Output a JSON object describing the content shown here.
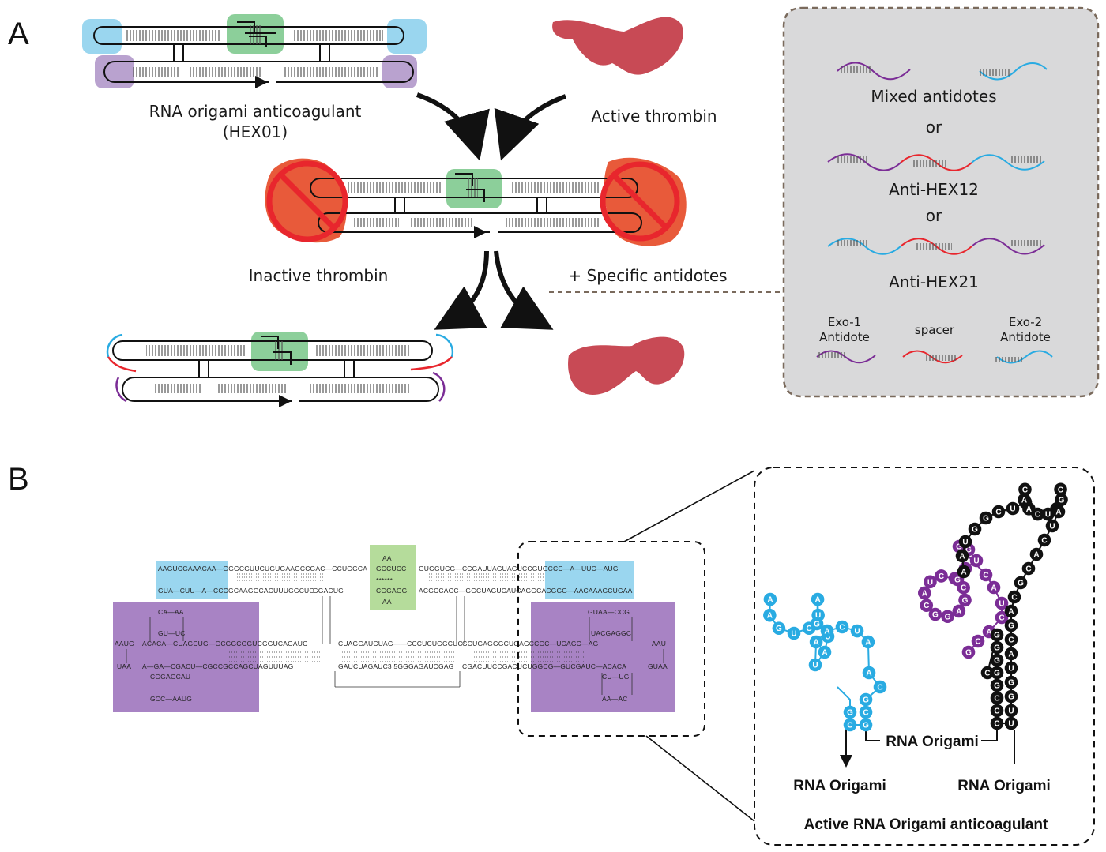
{
  "panels": {
    "a": "A",
    "b": "B"
  },
  "panel_a": {
    "hex01_label_1": "RNA origami anticoagulant",
    "hex01_label_2": "(HEX01)",
    "active_thrombin": "Active thrombin",
    "inactive_thrombin": "Inactive thrombin",
    "specific_antidotes": "+ Specific antidotes",
    "box": {
      "mixed": "Mixed antidotes",
      "or_1": "or",
      "anti_hex12": "Anti-HEX12",
      "or_2": "or",
      "anti_hex21": "Anti-HEX21",
      "exo1_line1": "Exo-1",
      "exo1_line2": "Antidote",
      "spacer": "spacer",
      "exo2_line1": "Exo-2",
      "exo2_line2": "Antidote"
    }
  },
  "panel_b": {
    "seq": {
      "top_left_blue": "AAGUCGAAACAA—GGGCGUUCUGUGAAGCCGAC—CCUGGCA",
      "bottom_left_blue": "GUA—CUU—A—CCCGCAAGGCACUUUGGCUG",
      "mid_kl_top": "AA",
      "mid_kl_1": "GCCUCC",
      "mid_kl_stars": "******",
      "mid_kl_2": "CGGAGG",
      "mid_kl_bot": "AA",
      "top_right": "GUGGUCG—CCGAUUAGUAGUCCGUGCCC—A—UUC—AUG",
      "bottom_right": "ACGCCAGC—GGCUAGUCAUCAGGCACGGG—AACAAAGCUGAA",
      "ggacug": "GGACUG",
      "left_p1": "CA—AA",
      "left_p2": "GU—UC",
      "left_p3": "ACACA—CUAGCUG—GCGGCGGUCGGUCAGAUC",
      "left_p4": "A—GA—CGACU—CGCCGCCAGCUAGUUUAG",
      "left_p5": "CGGAGCAU",
      "left_p6": "GCC—AAUG",
      "left_aaug": "AAUG",
      "left_uaa": "UAA",
      "mid_top": "CUAGGAUCUAG——CCCUCUGGCUC",
      "mid_bot": "GAUCUAGAUC3  5GGGAGAUCGAG",
      "right_p3": "GCUGAGGGCUGAGCCGC—UCAGC—AG",
      "right_p4": "CGACUUCCGACUCUGGCG—GUCGAUC—ACACA",
      "right_r1": "GUAA—CCG",
      "right_r2": "UACGAGGC",
      "right_r5": "CU—UG",
      "right_r6": "AA—AC",
      "right_aau": "AAU",
      "right_guaa": "GUAA"
    },
    "blue_nts": [
      "A",
      "A",
      "G",
      "U",
      "C",
      "U",
      "A",
      "G",
      "U",
      "A",
      "U",
      "A",
      "A",
      "C",
      "U",
      "A",
      "A",
      "C",
      "G",
      "C",
      "G",
      "C",
      "G"
    ],
    "purple_nts": [
      "A",
      "C",
      "G",
      "A",
      "G",
      "G",
      "C",
      "A",
      "U",
      "C",
      "G",
      "A",
      "U",
      "G",
      "G",
      "C",
      "A",
      "U",
      "C",
      "A",
      "C",
      "G"
    ],
    "black_nts": [
      "A",
      "A",
      "U",
      "G",
      "G",
      "C",
      "U",
      "U",
      "C",
      "A",
      "A",
      "C",
      "U",
      "A",
      "G",
      "C",
      "A",
      "U",
      "C",
      "A",
      "C",
      "G",
      "C",
      "A",
      "G",
      "C",
      "A",
      "U",
      "G",
      "G",
      "U",
      "U",
      "C",
      "C",
      "C",
      "G",
      "G",
      "G",
      "G",
      "G",
      "C",
      "C"
    ],
    "rna_origami_center": "RNA Origami",
    "rna_origami_left": "RNA Origami",
    "rna_origami_right": "RNA Origami",
    "active_anticoag": "Active RNA Origami anticoagulant"
  },
  "colors": {
    "blue": "#29abe2",
    "purple": "#7b2d96",
    "red": "#e8262d",
    "green_box": "#8ccf9a",
    "blue_box": "#9ad6ef",
    "purple_box": "#a883c4",
    "thrombin": "#c84a55",
    "inactive_thrombin": "#e85a3a",
    "antidote_box_fill": "#d9d9da"
  }
}
